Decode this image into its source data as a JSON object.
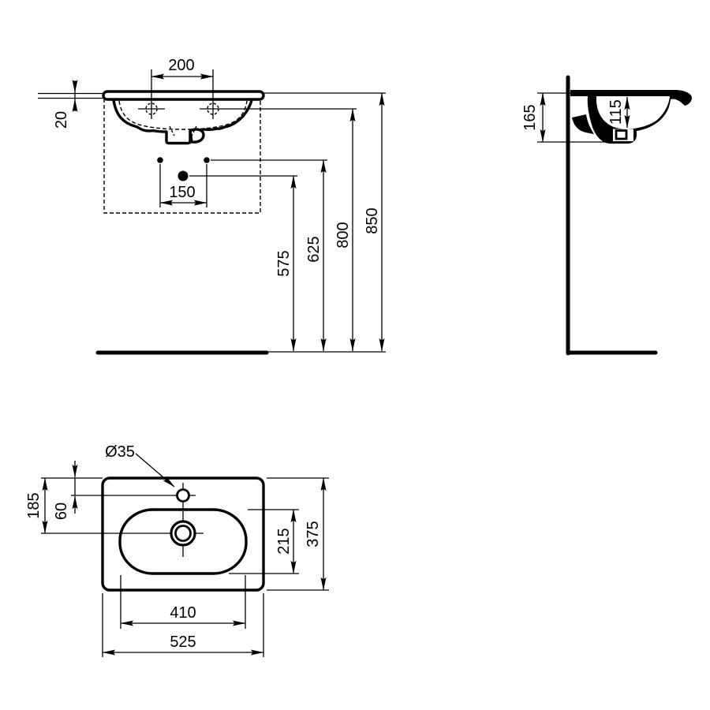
{
  "drawing": {
    "background": "#ffffff",
    "line_color": "#000000",
    "dims": {
      "front": {
        "tap_spread": "200",
        "rim_thickness": "20",
        "fixing_centres": "150",
        "waste_height": "575",
        "fixing_height": "625",
        "tap_height": "800",
        "rim_height": "850"
      },
      "side": {
        "basin_depth": "165",
        "bowl_inner_depth": "115"
      },
      "plan": {
        "tap_hole_diameter": "Ø35",
        "waste_to_rear": "185",
        "tap_to_rear": "60",
        "bowl_front_back": "215",
        "overall_depth": "375",
        "bowl_width": "410",
        "overall_width": "525"
      }
    }
  }
}
